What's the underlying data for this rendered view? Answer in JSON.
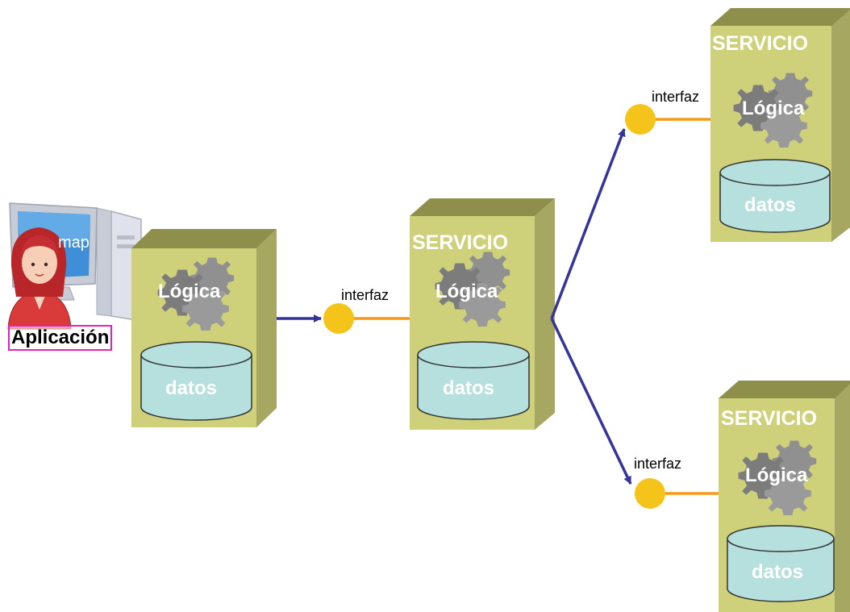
{
  "diagram": {
    "application_label": "Aplicación",
    "monitor_text": "map",
    "client_box": {
      "logic_label": "Lógica",
      "data_label": "datos"
    },
    "services": [
      {
        "title": "SERVICIO",
        "logic_label": "Lógica",
        "data_label": "datos",
        "interface_label": "interfaz"
      },
      {
        "title": "SERVICIO",
        "logic_label": "Lógica",
        "data_label": "datos",
        "interface_label": "interfaz"
      },
      {
        "title": "SERVICIO",
        "logic_label": "Lógica",
        "data_label": "datos",
        "interface_label": "interfaz"
      }
    ]
  },
  "colors": {
    "box_front": "#cfd07a",
    "box_side": "#a6a760",
    "box_top": "#8e8f4a",
    "cylinder": "#b6e0de",
    "interface_dot": "#f5c41a",
    "interface_line": "#f59a1a",
    "arrow": "#34349a"
  }
}
